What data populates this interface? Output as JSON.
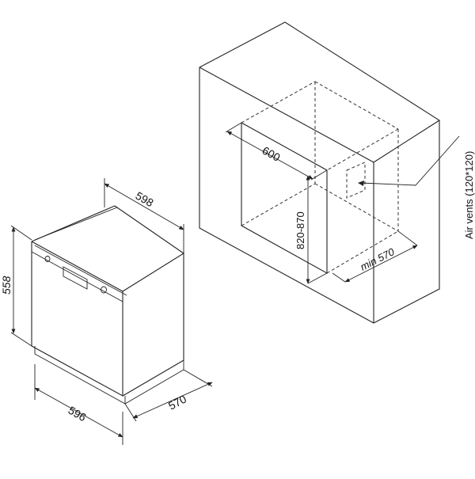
{
  "dimensions": {
    "appliance_width": "598",
    "appliance_height": "558",
    "appliance_base_width": "596",
    "appliance_depth": "570",
    "niche_width": "600",
    "niche_height": "820-870",
    "niche_depth": "min 570"
  },
  "labels": {
    "air_vents": "Air vents (120*120)"
  },
  "colors": {
    "line": "#222222",
    "background": "#ffffff"
  }
}
